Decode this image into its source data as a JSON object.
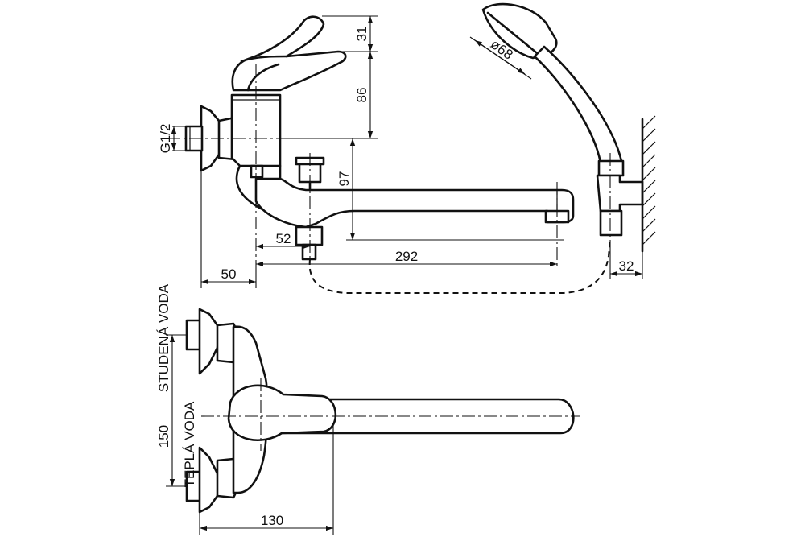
{
  "dimensions": {
    "handle_height": "31",
    "body_height": "86",
    "connection_thread": "G1/2",
    "spout_height": "97",
    "shower_head_diameter": "ø68",
    "diverter_offset": "52",
    "spout_length": "292",
    "wall_offset": "50",
    "holder_offset": "32",
    "inlet_spacing": "150",
    "front_width": "130"
  },
  "labels": {
    "cold_water": "STUDENÁ VODA",
    "hot_water": "TEPLÁ VODA"
  }
}
